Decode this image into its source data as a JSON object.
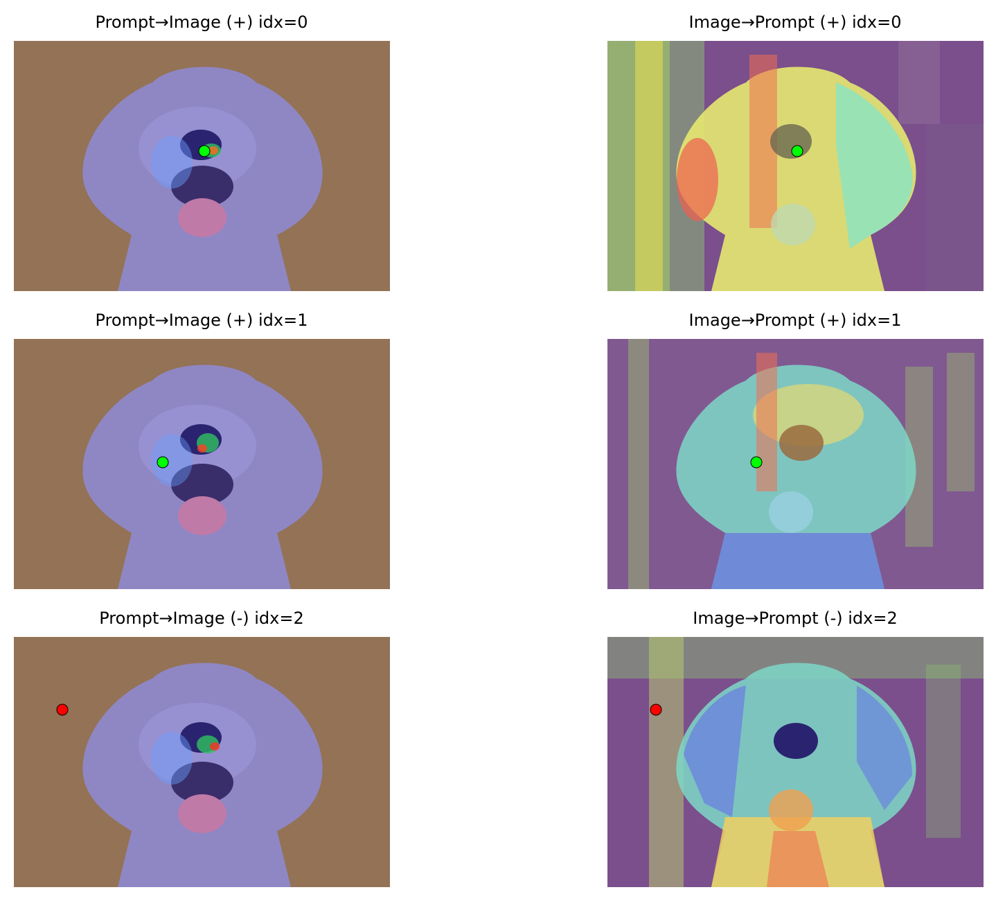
{
  "panels": [
    {
      "title": "Prompt→Image (+)  idx=0",
      "point_color": "#00ff00",
      "variant": "p2i"
    },
    {
      "title": "Image→Prompt (+)  idx=0",
      "point_color": "#00ff00",
      "variant": "i2p_a"
    },
    {
      "title": "Prompt→Image (+)  idx=1",
      "point_color": "#00ff00",
      "variant": "p2i"
    },
    {
      "title": "Image→Prompt (+)  idx=1",
      "point_color": "#00ff00",
      "variant": "i2p_b"
    },
    {
      "title": "Prompt→Image (-)  idx=2",
      "point_color": "#ff0000",
      "variant": "p2i"
    },
    {
      "title": "Image→Prompt (-)  idx=2",
      "point_color": "#ff0000",
      "variant": "i2p_c"
    }
  ],
  "colors": {
    "background_brown": "#8a6a52",
    "dog_fur_tint": "#8f8ad0",
    "heat_purple": "#7a4f8c"
  }
}
